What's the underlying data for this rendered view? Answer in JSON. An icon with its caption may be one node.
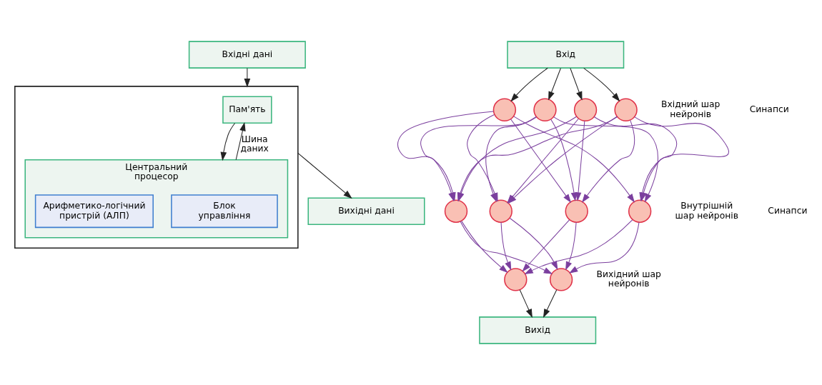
{
  "diagram": {
    "nodes": [
      {
        "text": [
          "Вхідні дані"
        ]
      },
      {
        "text": [],
        "shape": "box"
      },
      {
        "text": [
          "Пам'ять"
        ],
        "in": 1
      },
      {
        "text": [
          "Центральний процесор"
        ],
        "in": 1
      },
      {
        "text": [
          "Блок управління"
        ],
        "in": 3
      },
      {
        "text": [
          "Арифметико-логічний пристрій (АЛП)"
        ],
        "in": 3
      },
      {
        "text": [
          "Вихідні дані"
        ]
      },
      {
        "text": [
          "Вхід"
        ]
      },
      {
        "text": [],
        "shape": "circle"
      },
      {
        "text": [],
        "shape": "circle"
      },
      {
        "text": [],
        "shape": "circle"
      },
      {
        "text": [],
        "shape": "circle"
      },
      {
        "text": [],
        "shape": "circle"
      },
      {
        "text": [],
        "shape": "circle"
      },
      {
        "text": [],
        "shape": "circle"
      },
      {
        "text": [],
        "shape": "circle"
      },
      {
        "text": [],
        "shape": "circle"
      },
      {
        "text": [],
        "shape": "circle"
      },
      {
        "text": [
          "Вихід"
        ]
      }
    ],
    "edges": [
      {
        "from": 0,
        "to": 1,
        "arrow": "to",
        "color": "#222222"
      },
      {
        "from": 2,
        "to": 3,
        "arrow": "to",
        "color": "#222222"
      },
      {
        "from": 3,
        "to": 2,
        "arrow": "to",
        "label": "Шина даних",
        "color": "#222222"
      },
      {
        "from": 1,
        "to": 6,
        "arrow": "to",
        "color": "#222222"
      },
      {
        "from": 7,
        "to": 8,
        "arrow": "to",
        "color": "#222222"
      },
      {
        "from": 7,
        "to": 9,
        "arrow": "to",
        "color": "#222222"
      },
      {
        "from": 7,
        "to": 10,
        "arrow": "to",
        "color": "#222222"
      },
      {
        "from": 7,
        "to": 11,
        "arrow": "to",
        "color": "#222222"
      },
      {
        "from": 8,
        "to": 12,
        "arrow": "to"
      },
      {
        "from": 8,
        "to": 13,
        "arrow": "to"
      },
      {
        "from": 8,
        "to": 14,
        "arrow": "to"
      },
      {
        "from": 8,
        "to": 15,
        "arrow": "to"
      },
      {
        "from": 9,
        "to": 12,
        "arrow": "to"
      },
      {
        "from": 9,
        "to": 13,
        "arrow": "to"
      },
      {
        "from": 9,
        "to": 14,
        "arrow": "to"
      },
      {
        "from": 9,
        "to": 15,
        "arrow": "to"
      },
      {
        "from": 10,
        "to": 12,
        "arrow": "to"
      },
      {
        "from": 10,
        "to": 13,
        "arrow": "to"
      },
      {
        "from": 10,
        "to": 14,
        "arrow": "to"
      },
      {
        "from": 10,
        "to": 15,
        "arrow": "to"
      },
      {
        "from": 11,
        "to": 12,
        "arrow": "to"
      },
      {
        "from": 11,
        "to": 13,
        "arrow": "to"
      },
      {
        "from": 11,
        "to": 14,
        "arrow": "to"
      },
      {
        "from": 11,
        "to": 15,
        "arrow": "to"
      },
      {
        "from": 12,
        "to": 16,
        "arrow": "to"
      },
      {
        "from": 12,
        "to": 17,
        "arrow": "to"
      },
      {
        "from": 13,
        "to": 16,
        "arrow": "to"
      },
      {
        "from": 13,
        "to": 17,
        "arrow": "to"
      },
      {
        "from": 14,
        "to": 16,
        "arrow": "to"
      },
      {
        "from": 14,
        "to": 17,
        "arrow": "to"
      },
      {
        "from": 15,
        "to": 16,
        "arrow": "to"
      },
      {
        "from": 15,
        "to": 17,
        "arrow": "to"
      },
      {
        "from": 16,
        "to": 18,
        "arrow": "to",
        "color": "#222222"
      },
      {
        "from": 17,
        "to": 18,
        "arrow": "to",
        "color": "#222222"
      }
    ],
    "labels": [
      "Вхідний шар нейронів",
      "Синапси",
      "Внутрішній шар нейронів",
      "Синапси",
      "Вихідний шар нейронів"
    ]
  }
}
